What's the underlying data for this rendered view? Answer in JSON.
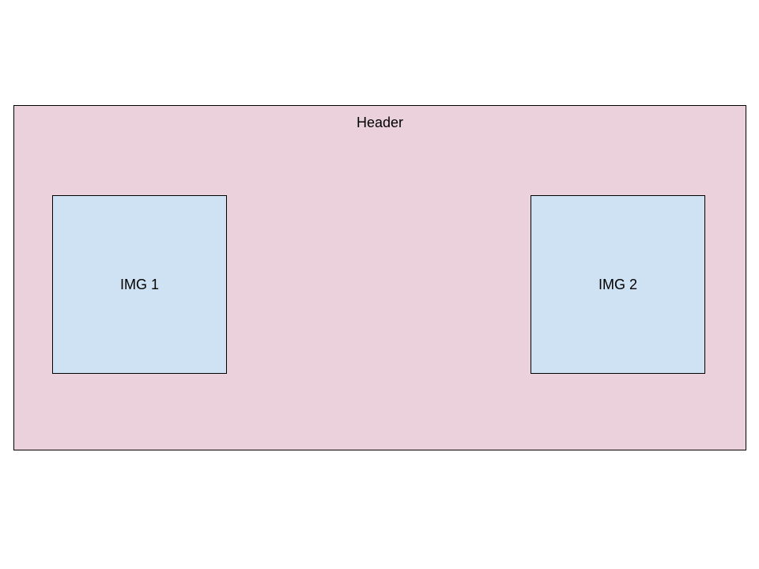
{
  "colors": {
    "header_fill": "#EAD1DC",
    "image_fill": "#CFE2F3",
    "border": "#000000",
    "text": "#000000"
  },
  "header": {
    "label": "Header"
  },
  "images": [
    {
      "label": "IMG 1"
    },
    {
      "label": "IMG 2"
    }
  ]
}
